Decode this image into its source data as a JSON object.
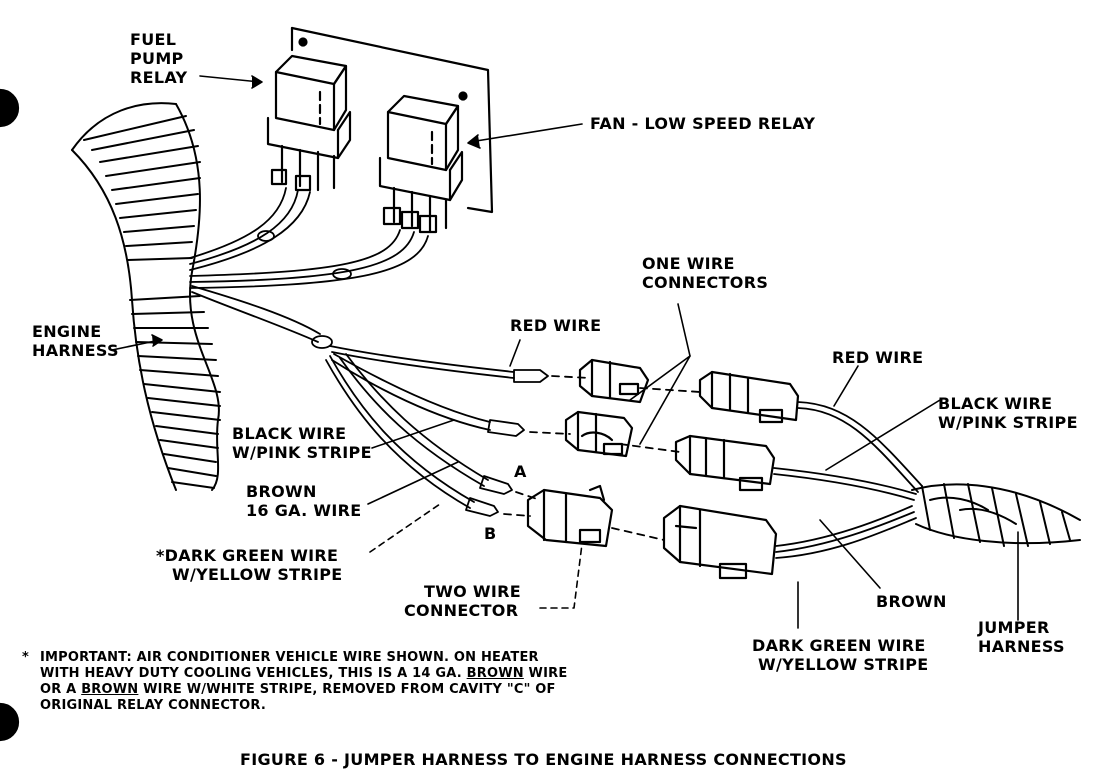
{
  "labels": {
    "fuel_pump_relay": [
      "FUEL",
      "PUMP",
      "RELAY"
    ],
    "fan_low_speed_relay": "FAN - LOW SPEED RELAY",
    "engine_harness": [
      "ENGINE",
      "HARNESS"
    ],
    "one_wire_connectors": [
      "ONE WIRE",
      "CONNECTORS"
    ],
    "red_wire_left": "RED WIRE",
    "red_wire_right": "RED WIRE",
    "black_wire_left": [
      "BLACK WIRE",
      "W/PINK STRIPE"
    ],
    "black_wire_right": [
      "BLACK WIRE",
      "W/PINK STRIPE"
    ],
    "brown_16ga": [
      "BROWN",
      "16 GA. WIRE"
    ],
    "dark_green_left": [
      "*DARK GREEN WIRE",
      "W/YELLOW STRIPE"
    ],
    "dark_green_right": [
      "DARK GREEN WIRE",
      "W/YELLOW STRIPE"
    ],
    "pin_a": "A",
    "pin_b": "B",
    "two_wire_connector": [
      "TWO WIRE",
      "CONNECTOR"
    ],
    "brown_right": "BROWN",
    "jumper_harness": [
      "JUMPER",
      "HARNESS"
    ]
  },
  "note": {
    "star": "*",
    "line1": "IMPORTANT: AIR CONDITIONER VEHICLE WIRE SHOWN. ON HEATER",
    "line2_pre": "WITH HEAVY DUTY COOLING VEHICLES, THIS IS A 14 GA. ",
    "line2_u": "BROWN",
    "line2_post": " WIRE",
    "line3_pre": "OR A ",
    "line3_u": "BROWN",
    "line3_post": " WIRE W/WHITE STRIPE, REMOVED FROM CAVITY \"C\" OF",
    "line4": "ORIGINAL RELAY CONNECTOR."
  },
  "caption": "FIGURE 6 - JUMPER HARNESS TO ENGINE HARNESS CONNECTIONS",
  "colors": {
    "ink": "#000000",
    "paper": "#ffffff"
  }
}
